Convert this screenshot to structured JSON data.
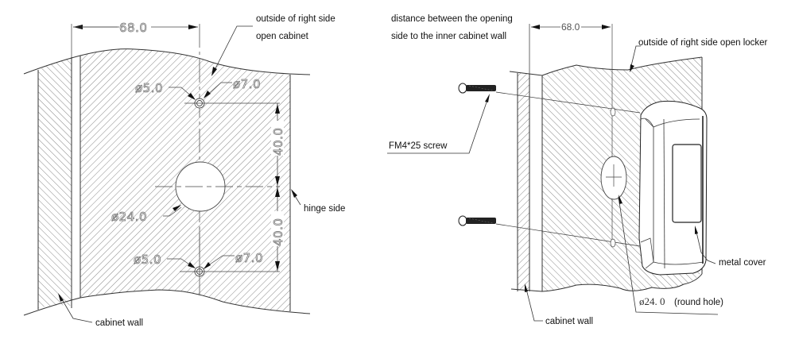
{
  "left_drawing": {
    "width_dimension": "68.0",
    "small_hole_top": "ø5.0",
    "outer_ring_top": "ø7.0",
    "big_hole": "ø24.0",
    "small_hole_bottom": "ø5.0",
    "outer_ring_bottom": "ø7.0",
    "spacing_top": "40.0",
    "spacing_bottom": "40.0",
    "callout_outside_line1": "outside of right side",
    "callout_outside_line2": "open cabinet",
    "callout_hinge": "hinge side",
    "callout_wall": "cabinet wall"
  },
  "right_drawing": {
    "width_dimension": "68.0",
    "callout_distance_line1": "distance between the opening",
    "callout_distance_line2": "side to the inner cabinet wall",
    "callout_outside": "outside of right side open locker",
    "callout_screw": "FM4*25 screw",
    "callout_cover": "metal cover",
    "callout_hole_dim": "ø24. 0",
    "callout_hole_note": "(round hole)",
    "callout_wall": "cabinet wall"
  },
  "colors": {
    "line": "#333333",
    "hatch": "#555555",
    "background": "#ffffff"
  }
}
